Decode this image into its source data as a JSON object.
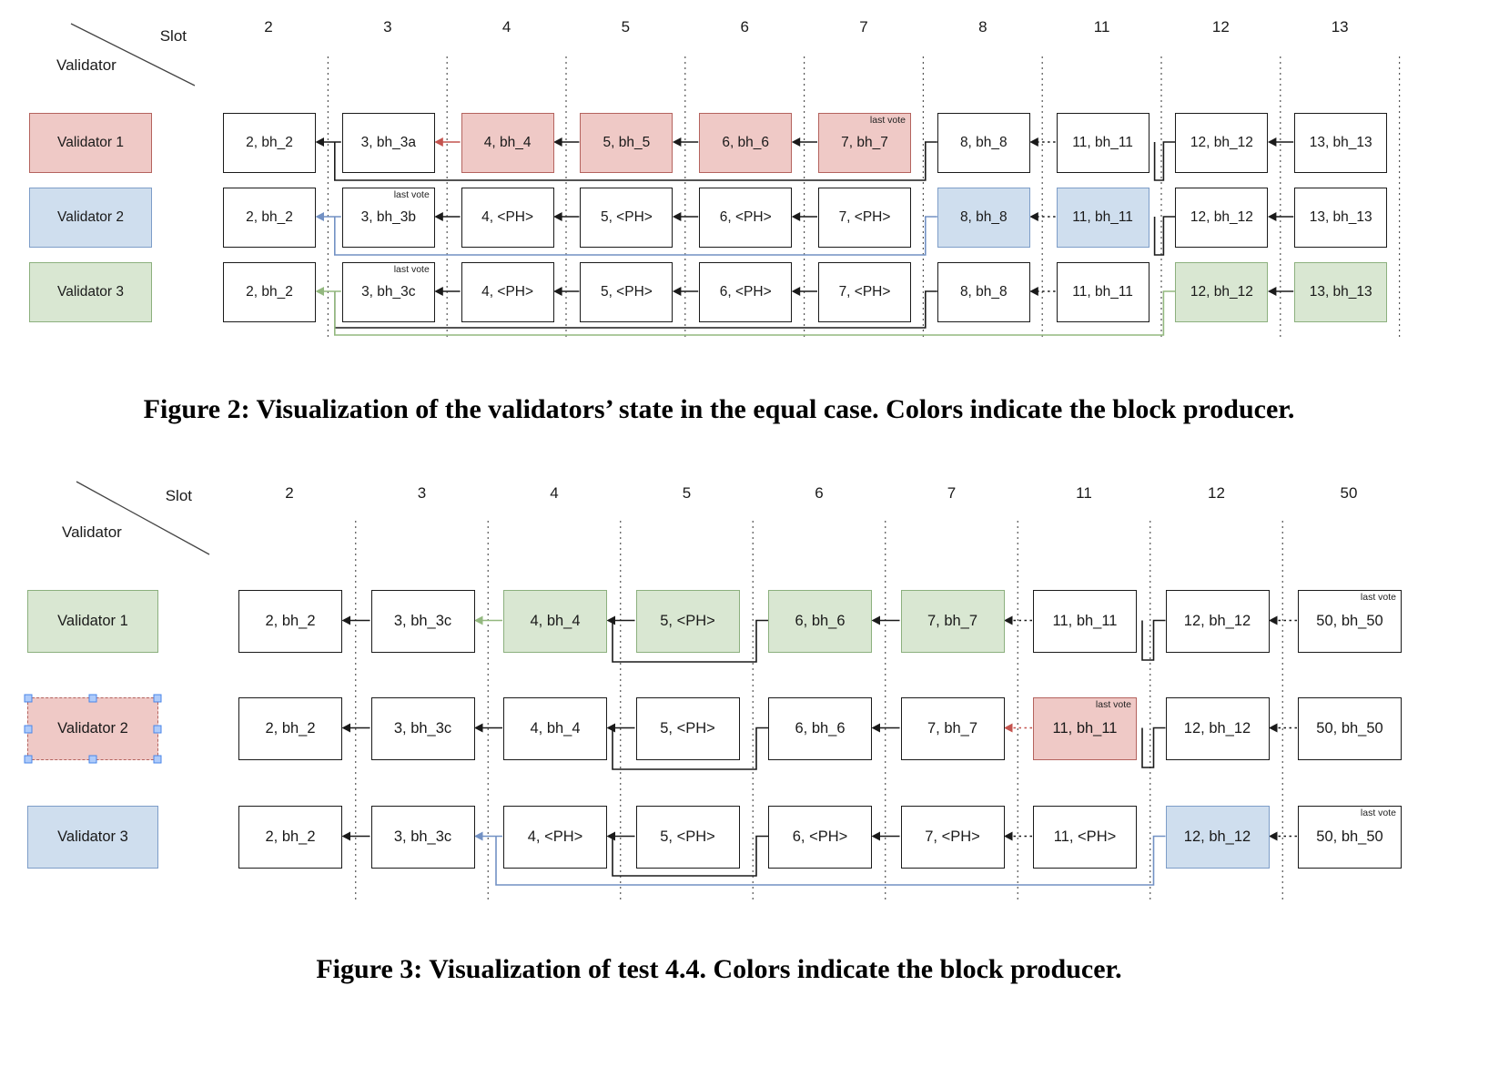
{
  "labels": {
    "last_vote": "last vote"
  },
  "palette": {
    "white": {
      "fill": "#ffffff",
      "border": "#1a1a1a",
      "line": "#1a1a1a"
    },
    "black": {
      "fill": "#ffffff",
      "border": "#1a1a1a",
      "line": "#1a1a1a"
    },
    "red": {
      "fill": "#efc9c6",
      "border": "#b4635e",
      "line": "#c4534e"
    },
    "blue": {
      "fill": "#cfdeee",
      "border": "#7d9dc8",
      "line": "#7291c4"
    },
    "green": {
      "fill": "#d9e7d2",
      "border": "#8cb07e",
      "line": "#93b87f"
    }
  },
  "figures": [
    {
      "name": "Figure 2",
      "caption": "Figure 2: Visualization of the validators’ state in the equal case. Colors indicate the block producer.",
      "corner": {
        "top_label": "Slot",
        "bottom_label": "Validator"
      },
      "slots": [
        "2",
        "3",
        "4",
        "5",
        "6",
        "7",
        "8",
        "11",
        "12",
        "13"
      ],
      "validators": [
        {
          "label": "Validator 1",
          "color": "red",
          "selected": false
        },
        {
          "label": "Validator 2",
          "color": "blue",
          "selected": false
        },
        {
          "label": "Validator 3",
          "color": "green",
          "selected": false
        }
      ],
      "cells": [
        [
          {
            "text": "2, bh_2",
            "color": "white"
          },
          {
            "text": "3, bh_3a",
            "color": "white"
          },
          {
            "text": "4, bh_4",
            "color": "red"
          },
          {
            "text": "5, bh_5",
            "color": "red"
          },
          {
            "text": "6, bh_6",
            "color": "red"
          },
          {
            "text": "7, bh_7",
            "color": "red",
            "last_vote": true
          },
          {
            "text": "8, bh_8",
            "color": "white"
          },
          {
            "text": "11, bh_11",
            "color": "white"
          },
          {
            "text": "12, bh_12",
            "color": "white"
          },
          {
            "text": "13, bh_13",
            "color": "white"
          }
        ],
        [
          {
            "text": "2, bh_2",
            "color": "white"
          },
          {
            "text": "3, bh_3b",
            "color": "white",
            "last_vote": true
          },
          {
            "text": "4, <PH>",
            "color": "white"
          },
          {
            "text": "5, <PH>",
            "color": "white"
          },
          {
            "text": "6, <PH>",
            "color": "white"
          },
          {
            "text": "7, <PH>",
            "color": "white"
          },
          {
            "text": "8, bh_8",
            "color": "blue"
          },
          {
            "text": "11, bh_11",
            "color": "blue"
          },
          {
            "text": "12, bh_12",
            "color": "white"
          },
          {
            "text": "13, bh_13",
            "color": "white"
          }
        ],
        [
          {
            "text": "2, bh_2",
            "color": "white"
          },
          {
            "text": "3, bh_3c",
            "color": "white",
            "last_vote": true
          },
          {
            "text": "4, <PH>",
            "color": "white"
          },
          {
            "text": "5, <PH>",
            "color": "white"
          },
          {
            "text": "6, <PH>",
            "color": "white"
          },
          {
            "text": "7, <PH>",
            "color": "white"
          },
          {
            "text": "8, bh_8",
            "color": "white"
          },
          {
            "text": "11, bh_11",
            "color": "white"
          },
          {
            "text": "12, bh_12",
            "color": "green"
          },
          {
            "text": "13, bh_13",
            "color": "green"
          }
        ]
      ],
      "connectors": [
        {
          "row": 0,
          "type": "arrow",
          "from": 1,
          "to": 0,
          "color": "black"
        },
        {
          "row": 0,
          "type": "arrow",
          "from": 2,
          "to": 1,
          "color": "red"
        },
        {
          "row": 0,
          "type": "arrow",
          "from": 3,
          "to": 2,
          "color": "black"
        },
        {
          "row": 0,
          "type": "arrow",
          "from": 4,
          "to": 3,
          "color": "black"
        },
        {
          "row": 0,
          "type": "arrow",
          "from": 5,
          "to": 4,
          "color": "black"
        },
        {
          "row": 0,
          "type": "elbow",
          "from": 6,
          "at": 1,
          "side": "left",
          "drop": 10,
          "color": "black"
        },
        {
          "row": 0,
          "type": "dotted",
          "from": 7,
          "to": 6,
          "color": "black"
        },
        {
          "row": 0,
          "type": "elbow",
          "from": 8,
          "at": 7,
          "side": "right",
          "drop": 10,
          "color": "black"
        },
        {
          "row": 0,
          "type": "arrow",
          "from": 9,
          "to": 8,
          "color": "black"
        },
        {
          "row": 1,
          "type": "arrow",
          "from": 1,
          "to": 0,
          "color": "blue"
        },
        {
          "row": 1,
          "type": "arrow",
          "from": 2,
          "to": 1,
          "color": "black"
        },
        {
          "row": 1,
          "type": "arrow",
          "from": 3,
          "to": 2,
          "color": "black"
        },
        {
          "row": 1,
          "type": "arrow",
          "from": 4,
          "to": 3,
          "color": "black"
        },
        {
          "row": 1,
          "type": "arrow",
          "from": 5,
          "to": 4,
          "color": "black"
        },
        {
          "row": 1,
          "type": "elbow",
          "from": 6,
          "at": 1,
          "side": "left",
          "drop": 10,
          "color": "blue"
        },
        {
          "row": 1,
          "type": "dotted",
          "from": 7,
          "to": 6,
          "color": "black"
        },
        {
          "row": 1,
          "type": "elbow",
          "from": 8,
          "at": 7,
          "side": "right",
          "drop": 10,
          "color": "black"
        },
        {
          "row": 1,
          "type": "arrow",
          "from": 9,
          "to": 8,
          "color": "black"
        },
        {
          "row": 2,
          "type": "arrow",
          "from": 1,
          "to": 0,
          "color": "green"
        },
        {
          "row": 2,
          "type": "arrow",
          "from": 2,
          "to": 1,
          "color": "black"
        },
        {
          "row": 2,
          "type": "arrow",
          "from": 3,
          "to": 2,
          "color": "black"
        },
        {
          "row": 2,
          "type": "arrow",
          "from": 4,
          "to": 3,
          "color": "black"
        },
        {
          "row": 2,
          "type": "arrow",
          "from": 5,
          "to": 4,
          "color": "black"
        },
        {
          "row": 2,
          "type": "elbow",
          "from": 6,
          "at": 1,
          "side": "left",
          "drop": 8,
          "color": "black"
        },
        {
          "row": 2,
          "type": "dotted",
          "from": 7,
          "to": 6,
          "color": "black"
        },
        {
          "row": 2,
          "type": "elbow",
          "from": 8,
          "at": 1,
          "side": "left",
          "drop": 16,
          "color": "green"
        },
        {
          "row": 2,
          "type": "arrow",
          "from": 9,
          "to": 8,
          "color": "black"
        }
      ]
    },
    {
      "name": "Figure 3",
      "caption": "Figure 3: Visualization of test 4.4. Colors indicate the block producer.",
      "corner": {
        "top_label": "Slot",
        "bottom_label": "Validator"
      },
      "slots": [
        "2",
        "3",
        "4",
        "5",
        "6",
        "7",
        "11",
        "12",
        "50"
      ],
      "validators": [
        {
          "label": "Validator 1",
          "color": "green",
          "selected": false
        },
        {
          "label": "Validator 2",
          "color": "red",
          "selected": true
        },
        {
          "label": "Validator 3",
          "color": "blue",
          "selected": false
        }
      ],
      "cells": [
        [
          {
            "text": "2, bh_2",
            "color": "white"
          },
          {
            "text": "3, bh_3c",
            "color": "white"
          },
          {
            "text": "4, bh_4",
            "color": "green"
          },
          {
            "text": "5, <PH>",
            "color": "green"
          },
          {
            "text": "6, bh_6",
            "color": "green"
          },
          {
            "text": "7, bh_7",
            "color": "green"
          },
          {
            "text": "11, bh_11",
            "color": "white"
          },
          {
            "text": "12, bh_12",
            "color": "white"
          },
          {
            "text": "50, bh_50",
            "color": "white",
            "last_vote": true
          }
        ],
        [
          {
            "text": "2, bh_2",
            "color": "white"
          },
          {
            "text": "3, bh_3c",
            "color": "white"
          },
          {
            "text": "4, bh_4",
            "color": "white"
          },
          {
            "text": "5, <PH>",
            "color": "white"
          },
          {
            "text": "6, bh_6",
            "color": "white"
          },
          {
            "text": "7, bh_7",
            "color": "white"
          },
          {
            "text": "11, bh_11",
            "color": "red",
            "last_vote": true
          },
          {
            "text": "12, bh_12",
            "color": "white"
          },
          {
            "text": "50, bh_50",
            "color": "white"
          }
        ],
        [
          {
            "text": "2, bh_2",
            "color": "white"
          },
          {
            "text": "3, bh_3c",
            "color": "white"
          },
          {
            "text": "4, <PH>",
            "color": "white"
          },
          {
            "text": "5, <PH>",
            "color": "white"
          },
          {
            "text": "6, <PH>",
            "color": "white"
          },
          {
            "text": "7, <PH>",
            "color": "white"
          },
          {
            "text": "11, <PH>",
            "color": "white"
          },
          {
            "text": "12, bh_12",
            "color": "blue"
          },
          {
            "text": "50, bh_50",
            "color": "white",
            "last_vote": true
          }
        ]
      ],
      "connectors": [
        {
          "row": 0,
          "type": "arrow",
          "from": 1,
          "to": 0,
          "color": "black"
        },
        {
          "row": 0,
          "type": "arrow",
          "from": 2,
          "to": 1,
          "color": "green"
        },
        {
          "row": 0,
          "type": "arrow",
          "from": 3,
          "to": 2,
          "color": "black"
        },
        {
          "row": 0,
          "type": "elbow",
          "from": 4,
          "at": 2,
          "side": "right",
          "drop": 12,
          "color": "black"
        },
        {
          "row": 0,
          "type": "arrow",
          "from": 5,
          "to": 4,
          "color": "black"
        },
        {
          "row": 0,
          "type": "dotted",
          "from": 6,
          "to": 5,
          "color": "black"
        },
        {
          "row": 0,
          "type": "elbow",
          "from": 7,
          "at": 6,
          "side": "right",
          "drop": 10,
          "color": "black"
        },
        {
          "row": 0,
          "type": "dotted",
          "from": 8,
          "to": 7,
          "color": "black"
        },
        {
          "row": 1,
          "type": "arrow",
          "from": 1,
          "to": 0,
          "color": "black"
        },
        {
          "row": 1,
          "type": "arrow",
          "from": 2,
          "to": 1,
          "color": "black"
        },
        {
          "row": 1,
          "type": "arrow",
          "from": 3,
          "to": 2,
          "color": "black"
        },
        {
          "row": 1,
          "type": "elbow",
          "from": 4,
          "at": 2,
          "side": "right",
          "drop": 12,
          "color": "black"
        },
        {
          "row": 1,
          "type": "arrow",
          "from": 5,
          "to": 4,
          "color": "black"
        },
        {
          "row": 1,
          "type": "dotted",
          "from": 6,
          "to": 5,
          "color": "red"
        },
        {
          "row": 1,
          "type": "elbow",
          "from": 7,
          "at": 6,
          "side": "right",
          "drop": 10,
          "color": "black"
        },
        {
          "row": 1,
          "type": "dotted",
          "from": 8,
          "to": 7,
          "color": "black"
        },
        {
          "row": 2,
          "type": "arrow",
          "from": 1,
          "to": 0,
          "color": "black"
        },
        {
          "row": 2,
          "type": "arrow",
          "from": 2,
          "to": 1,
          "color": "blue"
        },
        {
          "row": 2,
          "type": "arrow",
          "from": 3,
          "to": 2,
          "color": "black"
        },
        {
          "row": 2,
          "type": "elbow",
          "from": 4,
          "at": 2,
          "side": "right",
          "drop": 10,
          "color": "black"
        },
        {
          "row": 2,
          "type": "arrow",
          "from": 5,
          "to": 4,
          "color": "black"
        },
        {
          "row": 2,
          "type": "dotted",
          "from": 6,
          "to": 5,
          "color": "black"
        },
        {
          "row": 2,
          "type": "elbow",
          "from": 7,
          "at": 2,
          "side": "left",
          "drop": 20,
          "color": "blue"
        },
        {
          "row": 2,
          "type": "dotted",
          "from": 8,
          "to": 7,
          "color": "black"
        }
      ]
    }
  ]
}
